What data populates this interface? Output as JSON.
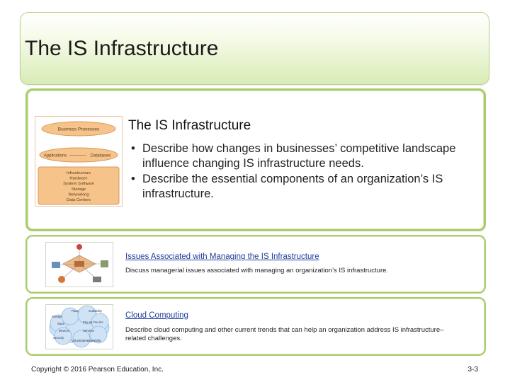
{
  "slide": {
    "title": "The IS Infrastructure"
  },
  "main_card": {
    "heading": "The IS Infrastructure",
    "bullets": [
      "Describe how changes in businesses’ competitive landscape influence changing IS infrastructure needs.",
      "Describe the essential components of an organization’s IS infrastructure."
    ],
    "image": {
      "top_label": "Business Processes",
      "middle_left": "Applications",
      "middle_right": "Databases",
      "bottom_lines": [
        "Infrastructure",
        "Hardware",
        "System Software",
        "Storage",
        "Networking",
        "Data Centers"
      ]
    }
  },
  "rows": [
    {
      "link": "Issues Associated with Managing the IS Infrastructure",
      "description": "Discuss managerial issues associated with managing an organization’s IS infrastructure."
    },
    {
      "link": "Cloud Computing",
      "description": "Describe cloud computing and other current trends that can help an organization address IS infrastructure–related challenges.",
      "image": {
        "labels": [
          "Storage",
          "PaaS",
          "Scalability",
          "SaaS",
          "Pay-as-You-Go",
          "Devices",
          "Services",
          "Security",
          "Virtualization",
          "Availability"
        ]
      }
    }
  ],
  "footer": {
    "copyright": "Copyright © 2016 Pearson Education, Inc.",
    "page": "3-3"
  }
}
